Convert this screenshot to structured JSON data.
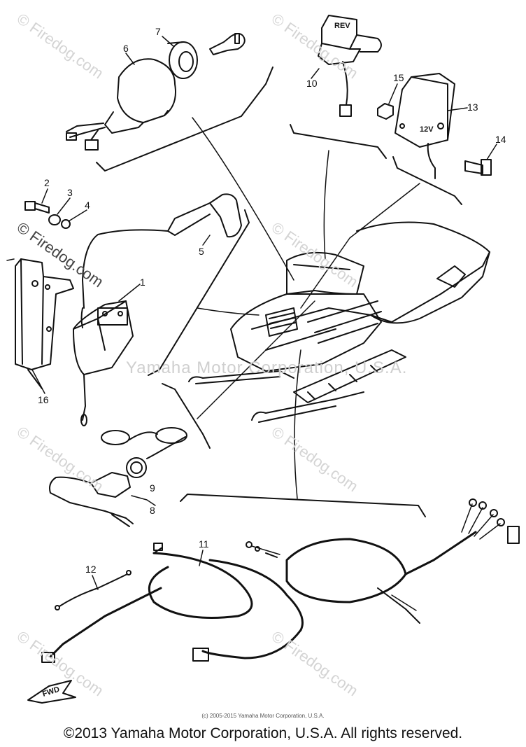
{
  "watermarks": {
    "center": "Yamaha Motor Corporation, U.S.A.",
    "firedog": "© Firedog.com"
  },
  "callouts": {
    "p1": "1",
    "p2": "2",
    "p3": "3",
    "p4": "4",
    "p5": "5",
    "p6": "6",
    "p7": "7",
    "p8": "8",
    "p9": "9",
    "p10": "10",
    "p11": "11",
    "p12": "12",
    "p13": "13",
    "p14": "14",
    "p15": "15",
    "p16": "16"
  },
  "labels": {
    "fwd": "FWD",
    "relay": "REV",
    "regulator": "12V"
  },
  "copyright_small": "(c) 2005-2015 Yamaha Motor Corporation, U.S.A.",
  "copyright_footer": "©2013 Yamaha Motor Corporation, U.S.A. All rights reserved."
}
